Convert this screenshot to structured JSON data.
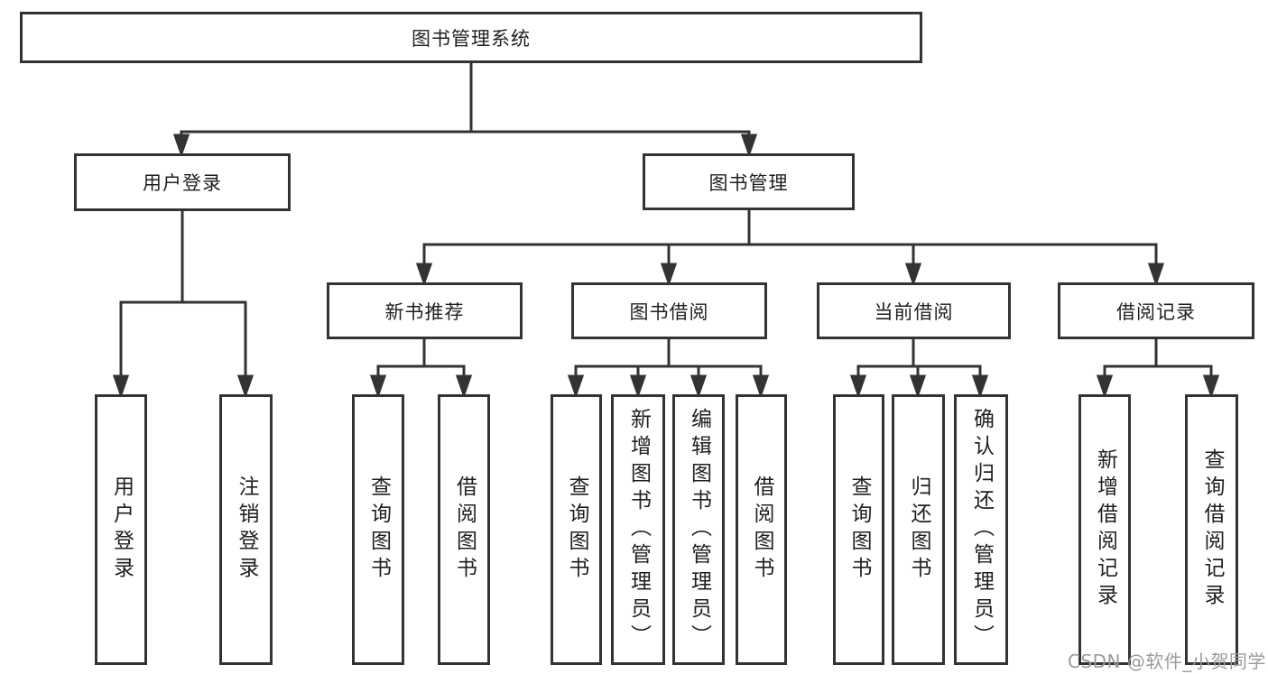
{
  "diagram_title": "图书管理系统",
  "tree": {
    "root": {
      "label": "图书管理系统"
    },
    "branches": [
      {
        "label": "用户登录",
        "children": [
          {
            "label": "用户登录"
          },
          {
            "label": "注销登录"
          }
        ]
      },
      {
        "label": "图书管理",
        "children": [
          {
            "label": "新书推荐",
            "children": [
              {
                "label": "查询图书"
              },
              {
                "label": "借阅图书"
              }
            ]
          },
          {
            "label": "图书借阅",
            "children": [
              {
                "label": "查询图书"
              },
              {
                "label": "新增图书（管理员）"
              },
              {
                "label": "编辑图书（管理员）"
              },
              {
                "label": "借阅图书"
              }
            ]
          },
          {
            "label": "当前借阅",
            "children": [
              {
                "label": "查询图书"
              },
              {
                "label": "归还图书"
              },
              {
                "label": "确认归还（管理员）"
              }
            ]
          },
          {
            "label": "借阅记录",
            "children": [
              {
                "label": "新增借阅记录"
              },
              {
                "label": "查询借阅记录"
              }
            ]
          }
        ]
      }
    ]
  },
  "watermark": "CSDN @软件_小贺同学",
  "colors": {
    "line": "#333333",
    "text": "#1f1f1f",
    "watermark": "#9b9b9b",
    "background": "#ffffff"
  }
}
